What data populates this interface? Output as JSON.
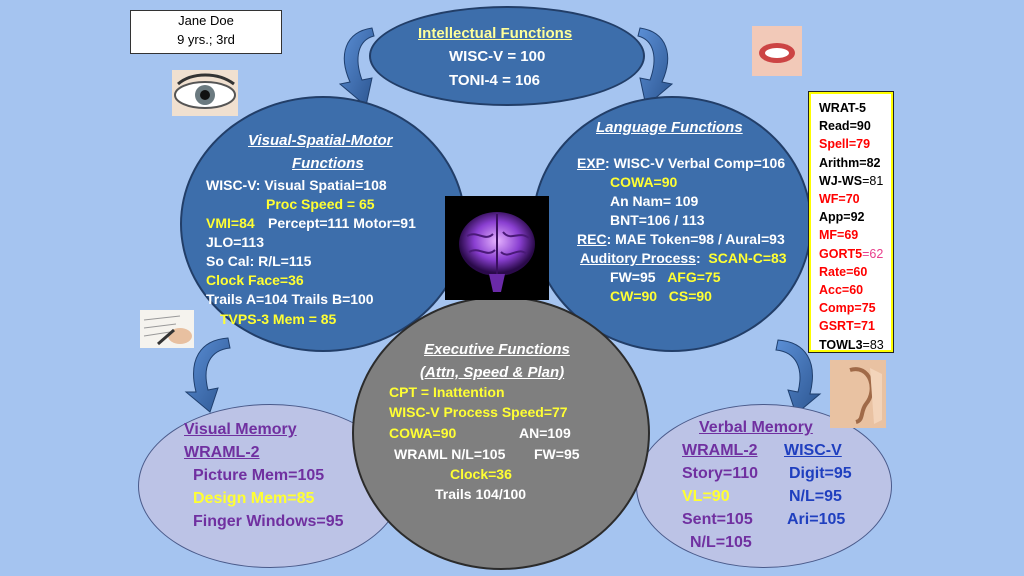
{
  "patient": {
    "name": "Jane Doe",
    "age_grade": "9 yrs.; 3rd"
  },
  "intellectual": {
    "title": "Intellectual Functions",
    "wisc": "WISC-V = 100",
    "toni": "TONI-4 = 106"
  },
  "visual_spatial": {
    "title_1": "Visual-Spatial-Motor",
    "title_2": "Functions",
    "l1": "WISC-V: Visual Spatial=108",
    "l2": "Proc Speed = 65",
    "l3a": "VMI=84",
    "l3b": "Percept=111   Motor=91",
    "l4": "JLO=113",
    "l5": "So Cal: R/L=115",
    "l6": "Clock Face=36",
    "l7": "Trails A=104   Trails B=100",
    "l8": "TVPS-3 Mem = 85"
  },
  "language": {
    "title": "Language Functions",
    "exp_label": "EXP",
    "exp_text": ": WISC-V Verbal Comp=106",
    "cowa": "COWA=90",
    "an_nam": "An Nam= 109",
    "bnt": "BNT=106 / 113",
    "rec_label": "REC",
    "rec_text": ": MAE Token=98  / Aural=93",
    "aud_label": "Auditory Process",
    "aud_colon": ":",
    "scan": "SCAN-C=83",
    "fw": "FW=95",
    "afg": "AFG=75",
    "cw": "CW=90",
    "cs": "CS=90"
  },
  "executive": {
    "title_1": "Executive Functions",
    "title_2": "(Attn, Speed & Plan)",
    "cpt": "CPT = Inattention",
    "wisc_ps": "WISC-V Process Speed=77",
    "cowa": "COWA=90",
    "an": "AN=109",
    "wraml": "WRAML N/L=105",
    "fw": "FW=95",
    "clock": "Clock=36",
    "trails": "Trails 104/100"
  },
  "visual_memory": {
    "title": "Visual Memory",
    "wraml": "WRAML-2",
    "picture": "Picture Mem=105",
    "design": "Design Mem=85",
    "finger": "Finger Windows=95"
  },
  "verbal_memory": {
    "title": "Verbal Memory",
    "wraml": "WRAML-2",
    "wisc": "WISC-V",
    "story": "Story=110",
    "digit": "Digit=95",
    "vl": "VL=90",
    "nl": "N/L=95",
    "sent": "Sent=105",
    "ari": "Ari=105",
    "nl2": "N/L=105"
  },
  "wrat_box": {
    "wrat5": "WRAT-5",
    "read": "Read=90",
    "spell": "Spell=79",
    "arith": "Arithm=82",
    "wjws_label": "WJ-WS",
    "wjws_val": "=81",
    "wf": "WF=70",
    "app": "App=92",
    "mf": "MF=69",
    "gort_label": "GORT5",
    "gort_val": "=62",
    "rate": "Rate=60",
    "acc": "Acc=60",
    "comp": "Comp=75",
    "gsrt": "GSRT=71",
    "towl_label": "TOWL3",
    "towl_val": "=83"
  },
  "colors": {
    "background": "#a5c4f0",
    "circle_blue": "#3d6eab",
    "circle_gray": "#7f7f7f",
    "memory_circle": "#bcc3e6",
    "yellow_text": "#ffff33",
    "purple_text": "#7030a0",
    "red_text": "#ff0000"
  },
  "icons": [
    "eye-photo",
    "mouth-photo",
    "brain-icon",
    "writing-hand-photo",
    "ear-photo",
    "curved-arrow"
  ]
}
